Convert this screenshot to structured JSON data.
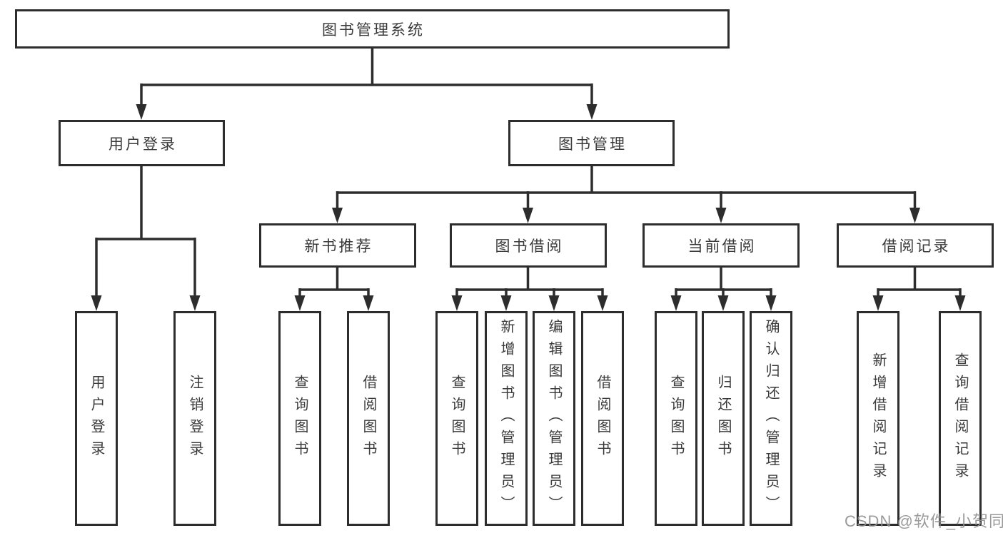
{
  "diagram": {
    "title_node": {
      "label": "图书管理系统"
    },
    "level2": [
      {
        "label": "用户登录"
      },
      {
        "label": "图书管理"
      }
    ],
    "level3": [
      {
        "label": "新书推荐",
        "parent": "图书管理"
      },
      {
        "label": "图书借阅",
        "parent": "图书管理"
      },
      {
        "label": "当前借阅",
        "parent": "图书管理"
      },
      {
        "label": "借阅记录",
        "parent": "图书管理"
      }
    ],
    "leaves": [
      {
        "label": "用户登录",
        "parent": "用户登录"
      },
      {
        "label": "注销登录",
        "parent": "用户登录"
      },
      {
        "label": "查询图书",
        "parent": "新书推荐"
      },
      {
        "label": "借阅图书",
        "parent": "新书推荐"
      },
      {
        "label": "查询图书",
        "parent": "图书借阅"
      },
      {
        "label": "新增图书（管理员）",
        "parent": "图书借阅"
      },
      {
        "label": "编辑图书（管理员）",
        "parent": "图书借阅"
      },
      {
        "label": "借阅图书",
        "parent": "图书借阅"
      },
      {
        "label": "查询图书",
        "parent": "当前借阅"
      },
      {
        "label": "归还图书",
        "parent": "当前借阅"
      },
      {
        "label": "确认归还（管理员）",
        "parent": "当前借阅"
      },
      {
        "label": "新增借阅记录",
        "parent": "借阅记录"
      },
      {
        "label": "查询借阅记录",
        "parent": "借阅记录"
      }
    ],
    "colors": {
      "line": "#2d2d2d",
      "text": "#3a3a3a",
      "watermark": "#919191"
    }
  },
  "watermark": {
    "text": "CSDN @软件_小贺同学"
  }
}
